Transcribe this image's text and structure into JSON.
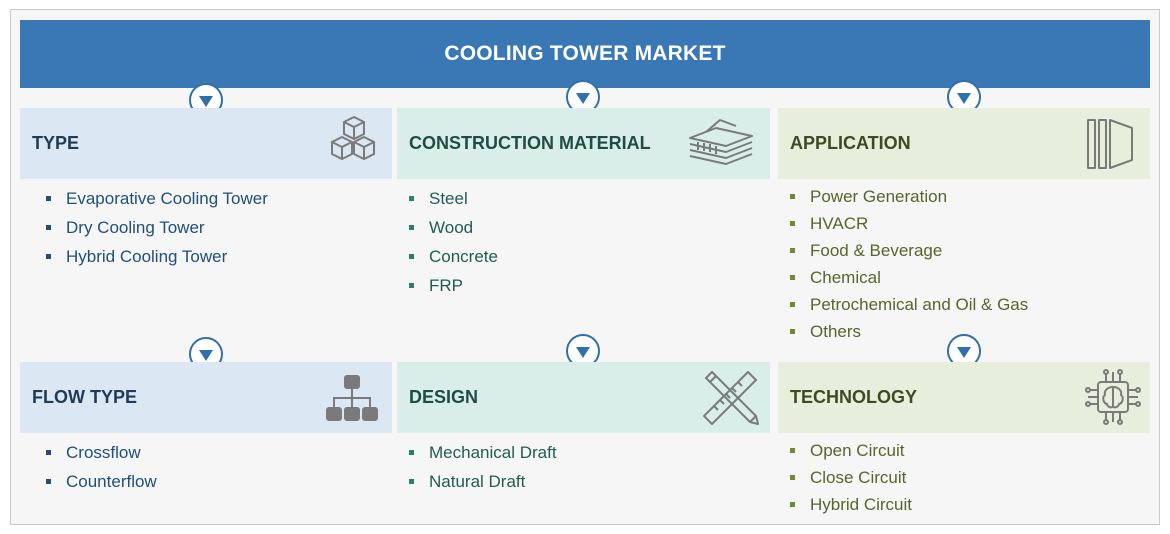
{
  "title": "COOLING TOWER MARKET",
  "sections": [
    {
      "heading": "TYPE",
      "icon": "cubes-icon",
      "items": [
        "Evaporative Cooling Tower",
        "Dry Cooling Tower",
        "Hybrid Cooling Tower"
      ]
    },
    {
      "heading": "CONSTRUCTION MATERIAL",
      "icon": "material-layers-icon",
      "items": [
        "Steel",
        "Wood",
        "Concrete",
        "FRP"
      ]
    },
    {
      "heading": "APPLICATION",
      "icon": "application-panels-icon",
      "items": [
        "Power Generation",
        "HVACR",
        "Food & Beverage",
        "Chemical",
        "Petrochemical and Oil & Gas",
        "Others"
      ]
    },
    {
      "heading": "FLOW TYPE",
      "icon": "hierarchy-icon",
      "items": [
        "Crossflow",
        "Counterflow"
      ]
    },
    {
      "heading": "DESIGN",
      "icon": "pencil-ruler-icon",
      "items": [
        "Mechanical Draft",
        "Natural Draft"
      ]
    },
    {
      "heading": "TECHNOLOGY",
      "icon": "chip-brain-icon",
      "items": [
        "Open Circuit",
        "Close Circuit",
        "Hybrid Circuit"
      ]
    }
  ],
  "colors": {
    "banner": "#3a78b5",
    "blue_panel": "#dbe7f3",
    "teal_panel": "#d9eee9",
    "green_panel": "#e8eedc"
  }
}
